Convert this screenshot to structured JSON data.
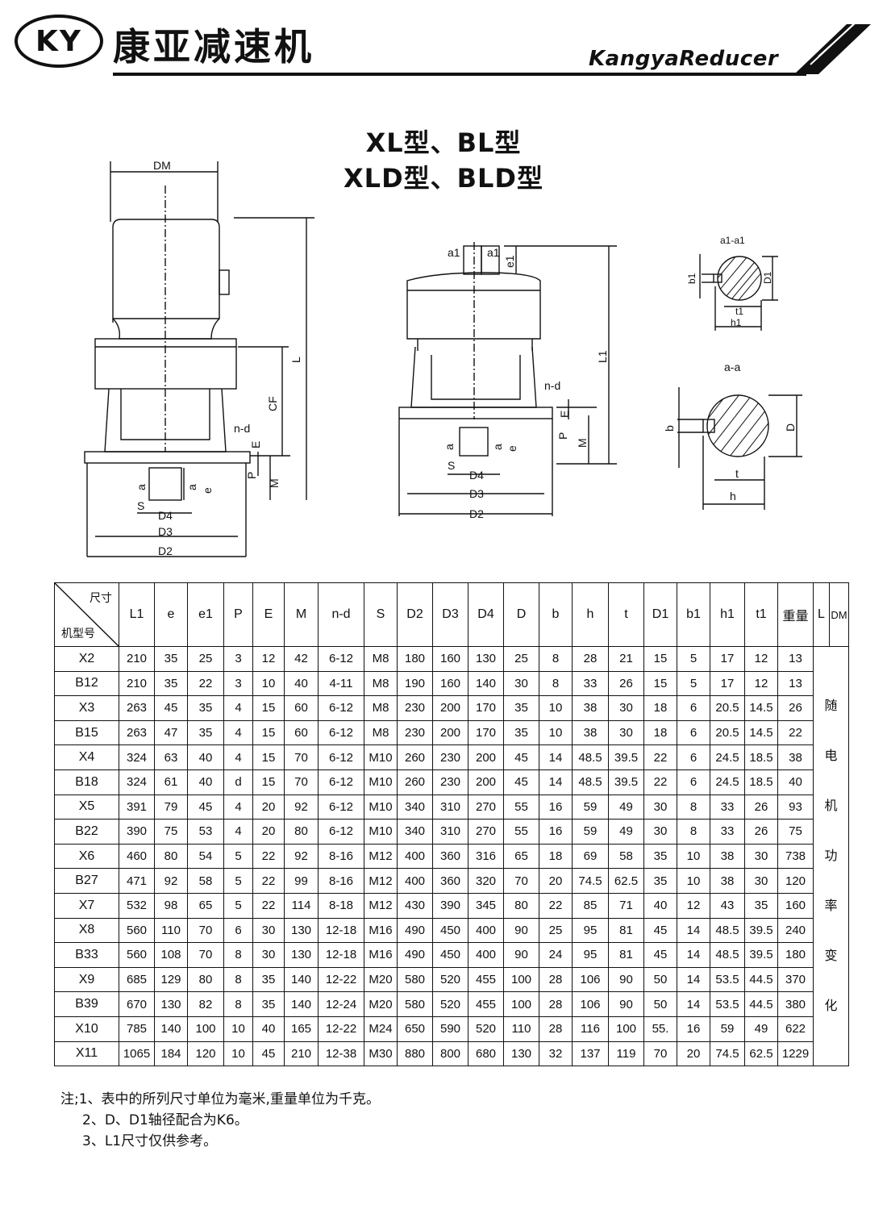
{
  "header": {
    "logo_text": "KY",
    "brand_cn": "康亚减速机",
    "brand_en": "KangyaReducer"
  },
  "title": {
    "line1": "XL型、BL型",
    "line2": "XLD型、BLD型"
  },
  "drawing_labels": {
    "dm": "DM",
    "l": "L",
    "cf": "CF",
    "nd": "n-d",
    "e_cap": "E",
    "p": "P",
    "m": "M",
    "a": "a",
    "e": "e",
    "s": "S",
    "d4": "D4",
    "d3": "D3",
    "d2": "D2",
    "a1": "a1",
    "e1": "e1",
    "l1": "L1",
    "section_a1": "a1-a1",
    "b1": "b1",
    "d1": "D1",
    "t1": "t1",
    "h1": "h1",
    "section_a": "a-a",
    "b": "b",
    "d": "D",
    "t": "t",
    "h": "h"
  },
  "table": {
    "corner_top": "尺寸",
    "corner_bottom": "机型号",
    "columns": [
      "L1",
      "e",
      "e1",
      "P",
      "E",
      "M",
      "n-d",
      "S",
      "D2",
      "D3",
      "D4",
      "D",
      "b",
      "h",
      "t",
      "D1",
      "b1",
      "h1",
      "t1",
      "重量",
      "L",
      "DM"
    ],
    "side_note": [
      "随",
      "电",
      "机",
      "功",
      "率",
      "变",
      "化"
    ],
    "rows": [
      {
        "model": "X2",
        "values": [
          "210",
          "35",
          "25",
          "3",
          "12",
          "42",
          "6-12",
          "M8",
          "180",
          "160",
          "130",
          "25",
          "8",
          "28",
          "21",
          "15",
          "5",
          "17",
          "12",
          "13"
        ]
      },
      {
        "model": "B12",
        "values": [
          "210",
          "35",
          "22",
          "3",
          "10",
          "40",
          "4-11",
          "M8",
          "190",
          "160",
          "140",
          "30",
          "8",
          "33",
          "26",
          "15",
          "5",
          "17",
          "12",
          "13"
        ]
      },
      {
        "model": "X3",
        "values": [
          "263",
          "45",
          "35",
          "4",
          "15",
          "60",
          "6-12",
          "M8",
          "230",
          "200",
          "170",
          "35",
          "10",
          "38",
          "30",
          "18",
          "6",
          "20.5",
          "14.5",
          "26"
        ]
      },
      {
        "model": "B15",
        "values": [
          "263",
          "47",
          "35",
          "4",
          "15",
          "60",
          "6-12",
          "M8",
          "230",
          "200",
          "170",
          "35",
          "10",
          "38",
          "30",
          "18",
          "6",
          "20.5",
          "14.5",
          "22"
        ]
      },
      {
        "model": "X4",
        "values": [
          "324",
          "63",
          "40",
          "4",
          "15",
          "70",
          "6-12",
          "M10",
          "260",
          "230",
          "200",
          "45",
          "14",
          "48.5",
          "39.5",
          "22",
          "6",
          "24.5",
          "18.5",
          "38"
        ]
      },
      {
        "model": "B18",
        "values": [
          "324",
          "61",
          "40",
          "d",
          "15",
          "70",
          "6-12",
          "M10",
          "260",
          "230",
          "200",
          "45",
          "14",
          "48.5",
          "39.5",
          "22",
          "6",
          "24.5",
          "18.5",
          "40"
        ]
      },
      {
        "model": "X5",
        "values": [
          "391",
          "79",
          "45",
          "4",
          "20",
          "92",
          "6-12",
          "M10",
          "340",
          "310",
          "270",
          "55",
          "16",
          "59",
          "49",
          "30",
          "8",
          "33",
          "26",
          "93"
        ]
      },
      {
        "model": "B22",
        "values": [
          "390",
          "75",
          "53",
          "4",
          "20",
          "80",
          "6-12",
          "M10",
          "340",
          "310",
          "270",
          "55",
          "16",
          "59",
          "49",
          "30",
          "8",
          "33",
          "26",
          "75"
        ]
      },
      {
        "model": "X6",
        "values": [
          "460",
          "80",
          "54",
          "5",
          "22",
          "92",
          "8-16",
          "M12",
          "400",
          "360",
          "316",
          "65",
          "18",
          "69",
          "58",
          "35",
          "10",
          "38",
          "30",
          "738"
        ]
      },
      {
        "model": "B27",
        "values": [
          "471",
          "92",
          "58",
          "5",
          "22",
          "99",
          "8-16",
          "M12",
          "400",
          "360",
          "320",
          "70",
          "20",
          "74.5",
          "62.5",
          "35",
          "10",
          "38",
          "30",
          "120"
        ]
      },
      {
        "model": "X7",
        "values": [
          "532",
          "98",
          "65",
          "5",
          "22",
          "114",
          "8-18",
          "M12",
          "430",
          "390",
          "345",
          "80",
          "22",
          "85",
          "71",
          "40",
          "12",
          "43",
          "35",
          "160"
        ]
      },
      {
        "model": "X8",
        "values": [
          "560",
          "110",
          "70",
          "6",
          "30",
          "130",
          "12-18",
          "M16",
          "490",
          "450",
          "400",
          "90",
          "25",
          "95",
          "81",
          "45",
          "14",
          "48.5",
          "39.5",
          "240"
        ]
      },
      {
        "model": "B33",
        "values": [
          "560",
          "108",
          "70",
          "8",
          "30",
          "130",
          "12-18",
          "M16",
          "490",
          "450",
          "400",
          "90",
          "24",
          "95",
          "81",
          "45",
          "14",
          "48.5",
          "39.5",
          "180"
        ]
      },
      {
        "model": "X9",
        "values": [
          "685",
          "129",
          "80",
          "8",
          "35",
          "140",
          "12-22",
          "M20",
          "580",
          "520",
          "455",
          "100",
          "28",
          "106",
          "90",
          "50",
          "14",
          "53.5",
          "44.5",
          "370"
        ]
      },
      {
        "model": "B39",
        "values": [
          "670",
          "130",
          "82",
          "8",
          "35",
          "140",
          "12-24",
          "M20",
          "580",
          "520",
          "455",
          "100",
          "28",
          "106",
          "90",
          "50",
          "14",
          "53.5",
          "44.5",
          "380"
        ]
      },
      {
        "model": "X10",
        "values": [
          "785",
          "140",
          "100",
          "10",
          "40",
          "165",
          "12-22",
          "M24",
          "650",
          "590",
          "520",
          "110",
          "28",
          "116",
          "100",
          "55.",
          "16",
          "59",
          "49",
          "622"
        ]
      },
      {
        "model": "X11",
        "values": [
          "1065",
          "184",
          "120",
          "10",
          "45",
          "210",
          "12-38",
          "M30",
          "880",
          "800",
          "680",
          "130",
          "32",
          "137",
          "119",
          "70",
          "20",
          "74.5",
          "62.5",
          "1229"
        ]
      }
    ]
  },
  "notes": [
    "注;1、表中的所列尺寸单位为毫米,重量单位为千克。",
    "2、D、D1轴径配合为K6。",
    "3、L1尺寸仅供参考。"
  ]
}
